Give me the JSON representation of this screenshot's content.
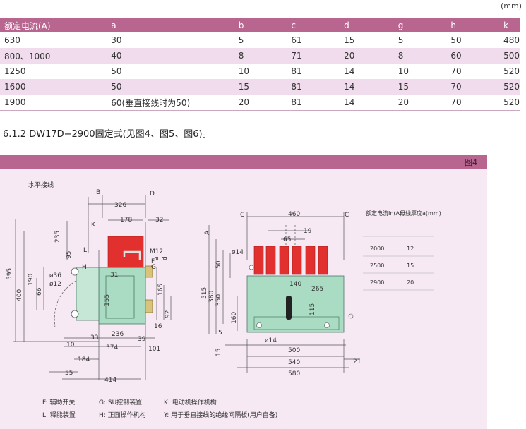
{
  "unit": "(mm)",
  "table": {
    "headers": [
      "额定电流(A)",
      "a",
      "b",
      "c",
      "d",
      "g",
      "h",
      "k"
    ],
    "rows": [
      [
        "630",
        "30",
        "5",
        "61",
        "15",
        "5",
        "50",
        "480"
      ],
      [
        "800、1000",
        "40",
        "8",
        "71",
        "20",
        "8",
        "60",
        "500"
      ],
      [
        "1250",
        "50",
        "10",
        "81",
        "14",
        "10",
        "70",
        "520"
      ],
      [
        "1600",
        "50",
        "15",
        "81",
        "14",
        "15",
        "70",
        "520"
      ],
      [
        "1900",
        "60(垂直接线时为50)",
        "20",
        "81",
        "14",
        "20",
        "70",
        "520"
      ]
    ]
  },
  "section_title": "6.1.2 DW17D−2900固定式(见图4、图5、图6)。",
  "figure": {
    "label": "图4",
    "caption": "水平接线",
    "left_dims": [
      "326",
      "178",
      "32",
      "235",
      "595",
      "400",
      "190",
      "66",
      "31",
      "155",
      "165",
      "92",
      "16",
      "236",
      "374",
      "33",
      "39",
      "101",
      "10",
      "184",
      "55",
      "414",
      "M12",
      "ø36",
      "ø12",
      "95",
      "d",
      "a"
    ],
    "left_letters": [
      "B",
      "D",
      "K",
      "L",
      "H",
      "F",
      "G"
    ],
    "right_dims": [
      "460",
      "19",
      "65",
      "ø14",
      "140",
      "265",
      "515",
      "380",
      "350",
      "50",
      "160",
      "115",
      "ø14",
      "500",
      "540",
      "580",
      "21",
      "5",
      "15"
    ],
    "right_letters": [
      "C",
      "C",
      "A"
    ],
    "busbar_table": {
      "headers": [
        "额定电流In(A)",
        "母线厚度a(mm)"
      ],
      "rows": [
        [
          "2000",
          "12"
        ],
        [
          "2500",
          "15"
        ],
        [
          "2900",
          "20"
        ]
      ]
    }
  },
  "legend": {
    "items": [
      "F: 辅助开关",
      "G: SU控制装置",
      "K: 电动机操作机构",
      "L: 释能装置",
      "H: 正面操作机构",
      "Y: 用于垂直接线的绝缘间隔板(用户自备)"
    ]
  }
}
